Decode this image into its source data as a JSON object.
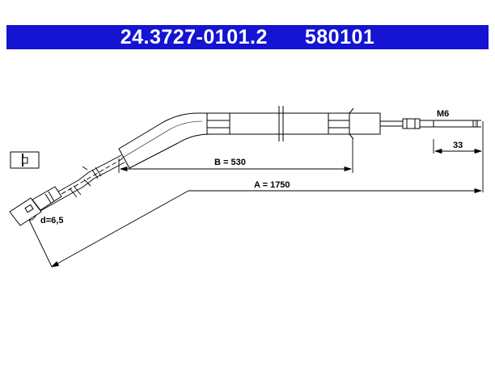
{
  "header": {
    "part_number": "24.3727-0101.2",
    "ref_number": "580101",
    "background_color": "#1414d2",
    "text_color": "#ffffff"
  },
  "drawing": {
    "labels": {
      "thread": "M6",
      "thread_length": "33",
      "dim_b": "B = 530",
      "dim_a": "A = 1750",
      "diameter": "d=6,5"
    },
    "line_color": "#000000"
  }
}
